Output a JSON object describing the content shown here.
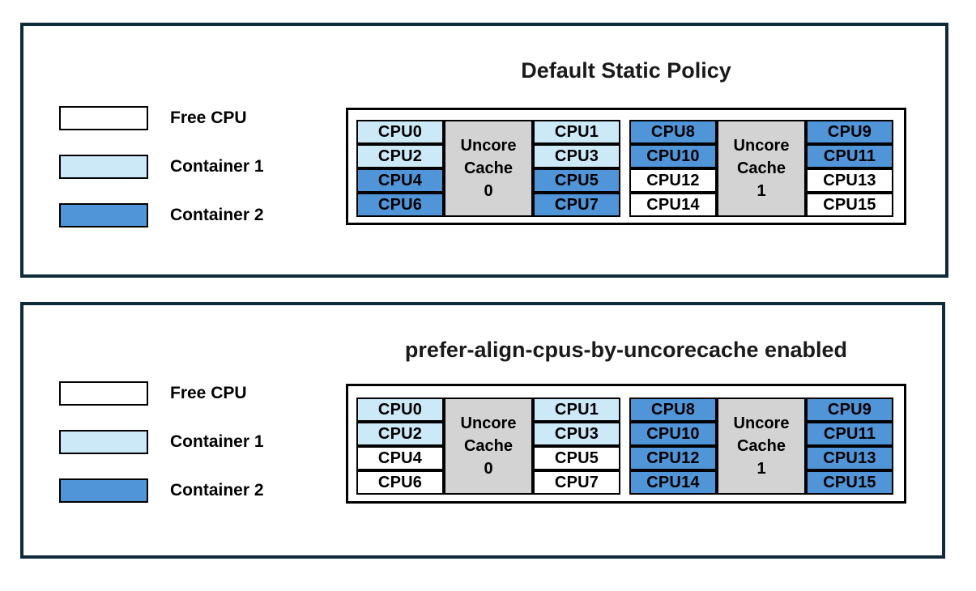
{
  "colors": {
    "panel_border": "#0f2b3a",
    "cell_border": "#000000",
    "title_text": "#1a1a1a",
    "label_text": "#000000",
    "free": "#ffffff",
    "container1": "#cce9f8",
    "container2": "#4f95d8",
    "uncore_cache": "#d3d3d3"
  },
  "legend": {
    "items": [
      {
        "label": "Free CPU",
        "state": "free"
      },
      {
        "label": "Container 1",
        "state": "container1"
      },
      {
        "label": "Container 2",
        "state": "container2"
      }
    ]
  },
  "panels": [
    {
      "title": "Default Static Policy",
      "groups": [
        {
          "cache_label": [
            "Uncore",
            "Cache",
            "0"
          ],
          "left_cpus": [
            {
              "id": "CPU0",
              "state": "container1"
            },
            {
              "id": "CPU2",
              "state": "container1"
            },
            {
              "id": "CPU4",
              "state": "container2"
            },
            {
              "id": "CPU6",
              "state": "container2"
            }
          ],
          "right_cpus": [
            {
              "id": "CPU1",
              "state": "container1"
            },
            {
              "id": "CPU3",
              "state": "container1"
            },
            {
              "id": "CPU5",
              "state": "container2"
            },
            {
              "id": "CPU7",
              "state": "container2"
            }
          ]
        },
        {
          "cache_label": [
            "Uncore",
            "Cache",
            "1"
          ],
          "left_cpus": [
            {
              "id": "CPU8",
              "state": "container2"
            },
            {
              "id": "CPU10",
              "state": "container2"
            },
            {
              "id": "CPU12",
              "state": "free"
            },
            {
              "id": "CPU14",
              "state": "free"
            }
          ],
          "right_cpus": [
            {
              "id": "CPU9",
              "state": "container2"
            },
            {
              "id": "CPU11",
              "state": "container2"
            },
            {
              "id": "CPU13",
              "state": "free"
            },
            {
              "id": "CPU15",
              "state": "free"
            }
          ]
        }
      ]
    },
    {
      "title": "prefer-align-cpus-by-uncorecache enabled",
      "groups": [
        {
          "cache_label": [
            "Uncore",
            "Cache",
            "0"
          ],
          "left_cpus": [
            {
              "id": "CPU0",
              "state": "container1"
            },
            {
              "id": "CPU2",
              "state": "container1"
            },
            {
              "id": "CPU4",
              "state": "free"
            },
            {
              "id": "CPU6",
              "state": "free"
            }
          ],
          "right_cpus": [
            {
              "id": "CPU1",
              "state": "container1"
            },
            {
              "id": "CPU3",
              "state": "container1"
            },
            {
              "id": "CPU5",
              "state": "free"
            },
            {
              "id": "CPU7",
              "state": "free"
            }
          ]
        },
        {
          "cache_label": [
            "Uncore",
            "Cache",
            "1"
          ],
          "left_cpus": [
            {
              "id": "CPU8",
              "state": "container2"
            },
            {
              "id": "CPU10",
              "state": "container2"
            },
            {
              "id": "CPU12",
              "state": "container2"
            },
            {
              "id": "CPU14",
              "state": "container2"
            }
          ],
          "right_cpus": [
            {
              "id": "CPU9",
              "state": "container2"
            },
            {
              "id": "CPU11",
              "state": "container2"
            },
            {
              "id": "CPU13",
              "state": "container2"
            },
            {
              "id": "CPU15",
              "state": "container2"
            }
          ]
        }
      ]
    }
  ]
}
